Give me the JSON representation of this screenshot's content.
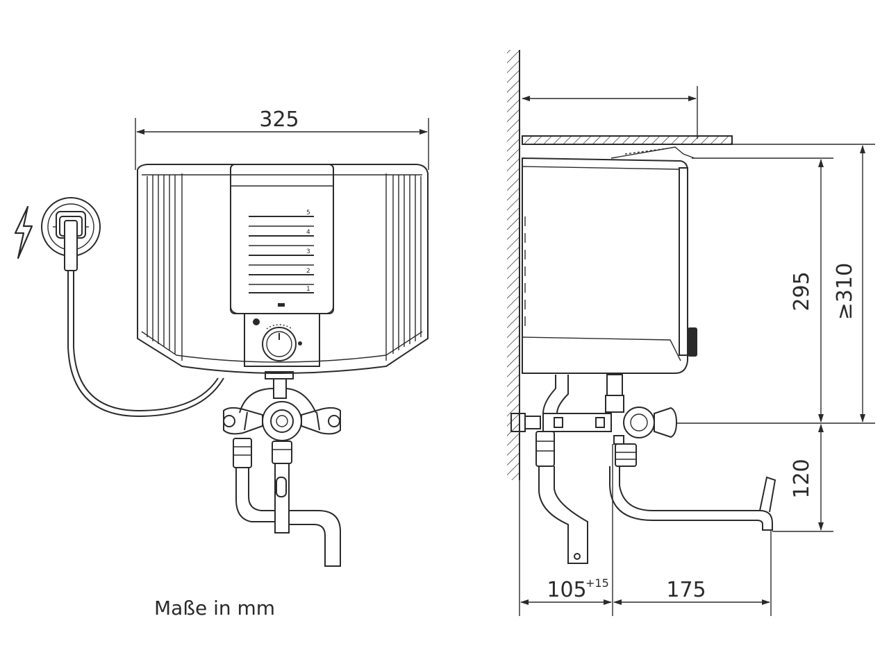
{
  "units_note": "Maße in mm",
  "front_view": {
    "width_label": "325",
    "scale_marks": [
      "5",
      "4",
      "3",
      "2",
      "1"
    ],
    "power_symbol": "lightning-bolt-icon"
  },
  "side_view": {
    "height_label": "295",
    "total_height_label": "≥310",
    "tap_drop_label": "120",
    "wall_offset_label": "105",
    "wall_offset_tolerance": "+15",
    "spout_reach_label": "175"
  },
  "colors": {
    "line": "#2a2a2a",
    "background": "#ffffff"
  }
}
